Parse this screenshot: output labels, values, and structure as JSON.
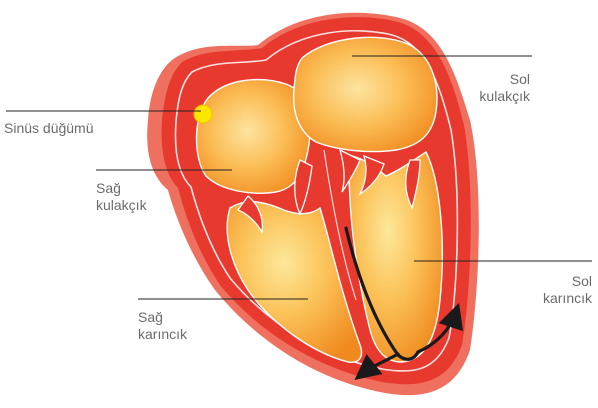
{
  "labels": {
    "sinus_node": "Sinüs düğümü",
    "left_atrium": [
      "Sol",
      "kulakçık"
    ],
    "right_atrium": [
      "Sağ",
      "kulakçık"
    ],
    "left_ventricle": [
      "Sol",
      "karıncık"
    ],
    "right_ventricle": [
      "Sağ",
      "karıncık"
    ]
  },
  "colors": {
    "outer_wall": "#e8392f",
    "outer_shadow": "#f06a5a",
    "chamber_light": "#fcd27a",
    "chamber_dark": "#f28a1e",
    "sinus_node": "#ffe600",
    "leader_line": "#222222",
    "arrow": "#1a1a1a"
  }
}
